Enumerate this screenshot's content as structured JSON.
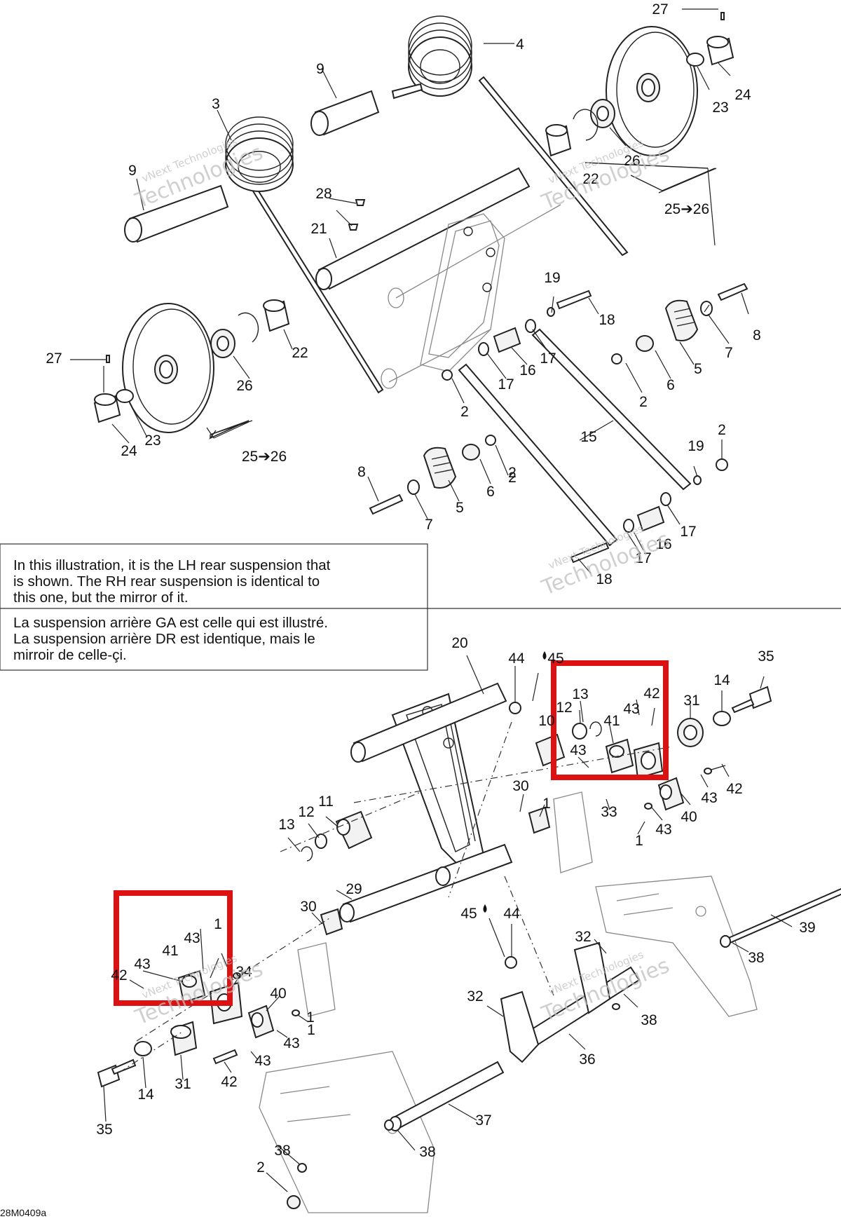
{
  "diagram": {
    "reference_code": "28M0409a",
    "note_en": [
      "In this illustration, it is the LH rear suspension that",
      "is shown. The RH rear suspension is identical to",
      "this one, but the mirror of it."
    ],
    "note_fr": [
      "La suspension arrière GA est celle qui est illustré.",
      "La suspension arrière DR est identique, mais le",
      "mirroir de celle-çi."
    ],
    "watermark_line1": "vNext Technologies",
    "watermark_line2": "Technologies",
    "highlight_color": "#dd1111",
    "callouts": [
      "27",
      "4",
      "9",
      "24",
      "23",
      "3",
      "26",
      "9",
      "22",
      "28",
      "25➔26",
      "21",
      "19",
      "18",
      "8",
      "7",
      "27",
      "5",
      "6",
      "17",
      "16",
      "22",
      "2",
      "26",
      "2",
      "17",
      "2",
      "24",
      "23",
      "25➔26",
      "15",
      "19",
      "2",
      "8",
      "6",
      "2",
      "5",
      "17",
      "7",
      "16",
      "17",
      "18",
      "20",
      "35",
      "44",
      "45",
      "13",
      "42",
      "14",
      "12",
      "43",
      "31",
      "10",
      "41",
      "43",
      "42",
      "11",
      "30",
      "33",
      "43",
      "13",
      "12",
      "1",
      "40",
      "1",
      "43",
      "29",
      "39",
      "30",
      "45",
      "44",
      "43",
      "1",
      "32",
      "38",
      "41",
      "43",
      "34",
      "42",
      "40",
      "32",
      "38",
      "1",
      "43",
      "36",
      "31",
      "14",
      "42",
      "37",
      "35",
      "38",
      "2",
      "38",
      "1",
      "43"
    ]
  }
}
